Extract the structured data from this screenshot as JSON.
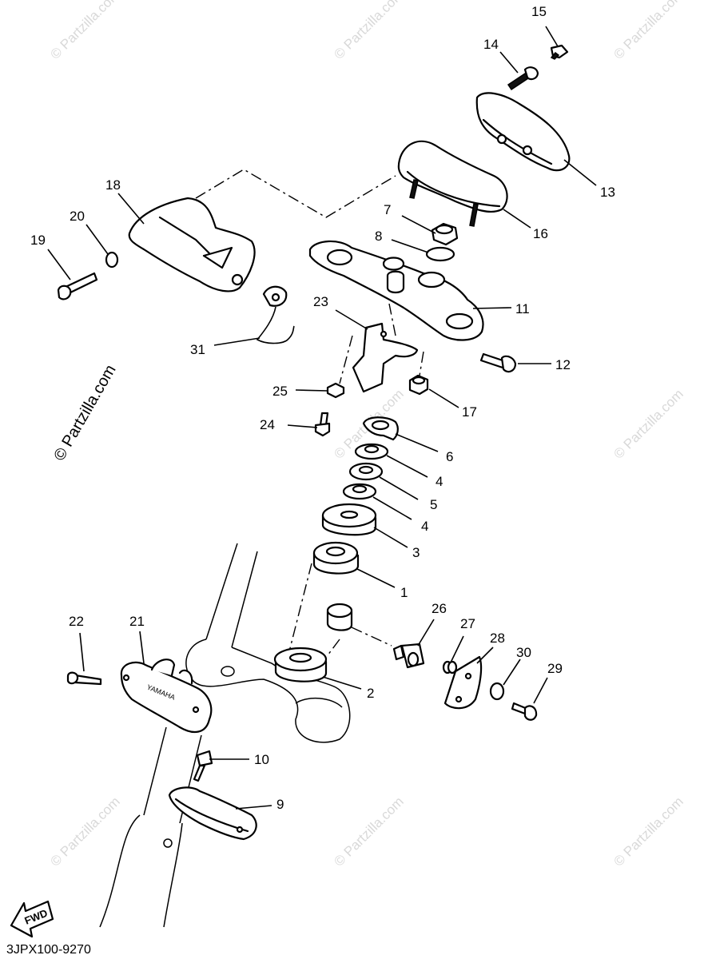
{
  "diagram": {
    "drawing_code": "3JPX100-9270",
    "fwd_label": "FWD",
    "side_watermark": "© Partzilla.com",
    "tile_watermark": "© Partzilla.com",
    "stamp_text": "YAMAHA",
    "callouts": [
      "1",
      "2",
      "3",
      "4",
      "4",
      "5",
      "6",
      "7",
      "8",
      "9",
      "10",
      "11",
      "12",
      "13",
      "14",
      "15",
      "16",
      "17",
      "18",
      "19",
      "20",
      "21",
      "22",
      "23",
      "24",
      "25",
      "26",
      "27",
      "28",
      "29",
      "30",
      "31"
    ]
  }
}
